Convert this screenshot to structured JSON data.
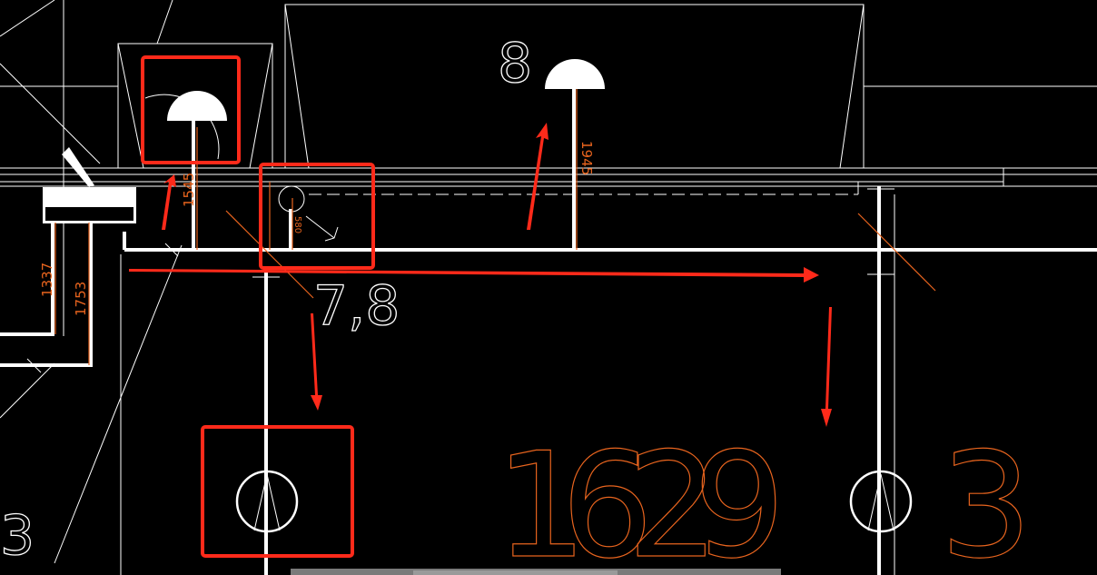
{
  "drawing": {
    "dimensions": {
      "d1545": "1545",
      "d580": "580",
      "d1945": "1945",
      "d1337": "1337",
      "d1753": "1753"
    },
    "labels": {
      "label_8": "8",
      "label_7_8": "7,8",
      "label_1629": "1629",
      "label_3_right": "3",
      "label_3_left": "3"
    },
    "colors": {
      "line": "#ffffff",
      "dimension": "#e8641e",
      "annotation": "#ff2a1a",
      "background": "#000000"
    }
  }
}
